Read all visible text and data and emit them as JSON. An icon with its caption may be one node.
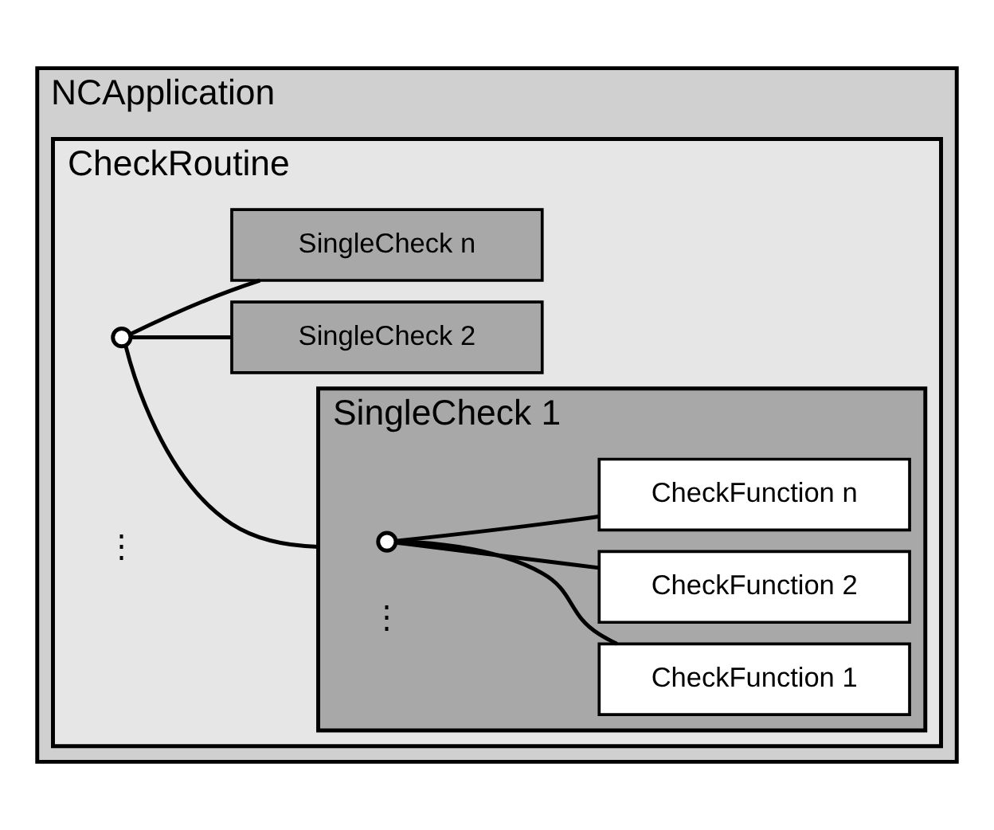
{
  "diagram": {
    "nodes": [
      {
        "text": [
          "NCApplication"
        ]
      },
      {
        "text": [
          "CheckRoutine"
        ],
        "in": 0
      },
      {
        "text": [],
        "shape": "circle",
        "in": 1
      },
      {
        "text": [
          "SingleCheck 1"
        ],
        "in": 1
      },
      {
        "text": [],
        "shape": "circle",
        "in": 3
      },
      {
        "text": [
          "CheckFunction 1"
        ],
        "in": 3
      },
      {
        "text": [
          "CheckFunction 2"
        ],
        "in": 3
      },
      {
        "text": [
          "CheckFunction n"
        ],
        "in": 3
      },
      {
        "text": [
          "SingleCheck 2"
        ],
        "in": 1
      },
      {
        "text": [
          "SingleCheck n"
        ],
        "in": 1
      }
    ],
    "edges": [
      {
        "from": 2,
        "to": 3,
        "arrow": "none"
      },
      {
        "from": 2,
        "to": 8,
        "arrow": "none"
      },
      {
        "from": 2,
        "to": 9,
        "arrow": "none"
      },
      {
        "from": 4,
        "to": 5,
        "arrow": "none"
      },
      {
        "from": 4,
        "to": 6,
        "arrow": "none"
      },
      {
        "from": 4,
        "to": 7,
        "arrow": "none"
      }
    ],
    "labels": [
      "⋮",
      "⋮"
    ]
  }
}
